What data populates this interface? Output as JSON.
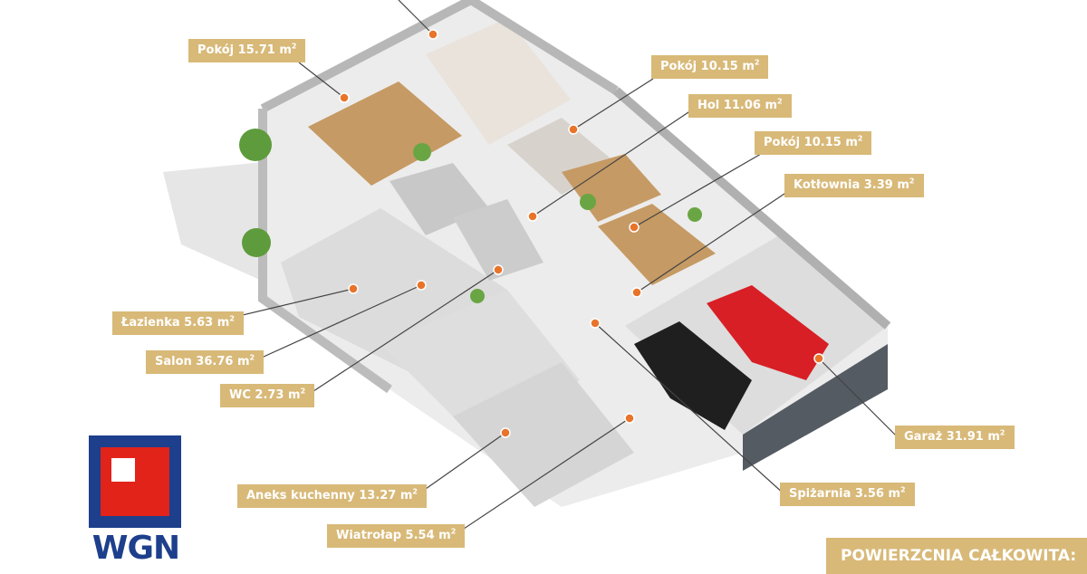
{
  "rooms": [
    {
      "id": "pokoj-1",
      "text": "Pokój 15.71 m",
      "sup": "2"
    },
    {
      "id": "pokoj-2",
      "text": "Pokój 10.15 m",
      "sup": "2"
    },
    {
      "id": "hol",
      "text": "Hol 11.06 m",
      "sup": "2"
    },
    {
      "id": "pokoj-3",
      "text": "Pokój 10.15 m",
      "sup": "2"
    },
    {
      "id": "kotlownia",
      "text": "Kotłownia 3.39 m",
      "sup": "2"
    },
    {
      "id": "lazienka",
      "text": "Łazienka 5.63 m",
      "sup": "2"
    },
    {
      "id": "salon",
      "text": "Salon 36.76 m",
      "sup": "2"
    },
    {
      "id": "wc",
      "text": "WC 2.73 m",
      "sup": "2"
    },
    {
      "id": "garaz",
      "text": "Garaż 31.91 m",
      "sup": "2"
    },
    {
      "id": "spizarnia",
      "text": "Spiżarnia 3.56 m",
      "sup": "2"
    },
    {
      "id": "aneks",
      "text": "Aneks kuchenny 13.27 m",
      "sup": "2"
    },
    {
      "id": "wiatrolap",
      "text": "Wiatrołap 5.54 m",
      "sup": "2"
    }
  ],
  "total_label": "POWIERZCNIA CAŁKOWITA:",
  "logo_text": "WGN",
  "colors": {
    "label_bg": "#d8b978",
    "marker": "#e8742a",
    "logo_blue": "#1d3f8c",
    "logo_red": "#e2231a"
  }
}
